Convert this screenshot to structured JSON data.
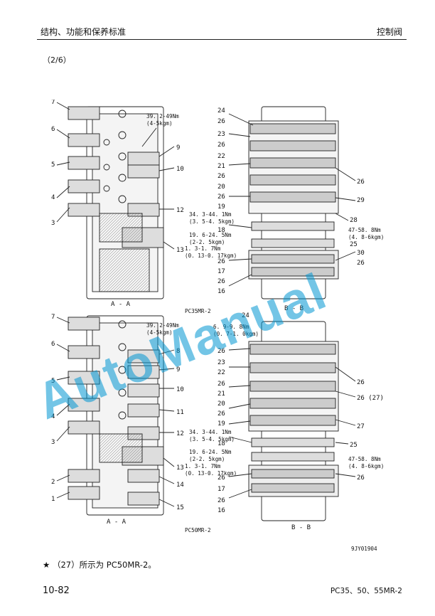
{
  "header": {
    "left": "结构、功能和保养标准",
    "right": "控制阀"
  },
  "page_indicator": "（2/6）",
  "watermark": "AutoManual",
  "figure": {
    "top_left": {
      "numbers": [
        "7",
        "6",
        "5",
        "4",
        "3",
        "9",
        "10",
        "12",
        "13"
      ],
      "torque": [
        "39. 2-49Nm",
        "(4-5kgm)"
      ],
      "caption": "A - A"
    },
    "top_right": {
      "numbers_left": [
        "24",
        "26",
        "23",
        "26",
        "22",
        "21",
        "26",
        "20",
        "26",
        "19",
        "18",
        "26",
        "17",
        "26",
        "16"
      ],
      "numbers_right": [
        "26",
        "29",
        "28",
        "25",
        "30",
        "26"
      ],
      "torque1": [
        "34. 3-44. 1Nm",
        "(3. 5-4. 5kgm)"
      ],
      "torque2": [
        "19. 6-24. 5Nm",
        "(2-2. 5kgm)"
      ],
      "torque3": [
        "1. 3-1. 7Nm",
        "(0. 13-0. 17kgm)"
      ],
      "torque4": [
        "47-58. 8Nm",
        "(4. 8-6kgm)"
      ],
      "model_label": "PC35MR-2",
      "caption": "B - B"
    },
    "bottom_left": {
      "numbers_left": [
        "7",
        "6",
        "5",
        "4",
        "3",
        "2",
        "1"
      ],
      "numbers_right": [
        "8",
        "9",
        "10",
        "11",
        "12",
        "13",
        "14",
        "15"
      ],
      "torque": [
        "39. 2-49Nm",
        "(4-5kgm)"
      ],
      "caption": "A - A"
    },
    "bottom_right": {
      "numbers_left": [
        "24",
        "26",
        "23",
        "22",
        "26",
        "21",
        "20",
        "26",
        "19",
        "18",
        "26",
        "17",
        "26",
        "16"
      ],
      "numbers_right": [
        "26",
        "26 (27)",
        "27",
        "25",
        "26"
      ],
      "torque0": [
        "6. 9-9. 8Nm",
        "(0. 7-1. 0kgm)"
      ],
      "torque1": [
        "34. 3-44. 1Nm",
        "(3. 5-4. 5kgm)"
      ],
      "torque2": [
        "19. 6-24. 5Nm",
        "(2-2. 5kgm)"
      ],
      "torque3": [
        "1. 3-1. 7Nm",
        "(0. 13-0. 17kgm)"
      ],
      "torque4": [
        "47-58. 8Nm",
        "(4. 8-6kgm)"
      ],
      "model_label": "PC50MR-2",
      "caption": "B - B"
    },
    "drawing_code": "9JY01904"
  },
  "note": {
    "star": "★",
    "text": "（27）所示为 PC50MR-2。"
  },
  "footer": {
    "page": "10-82",
    "models": "PC35、50、55MR-2"
  }
}
